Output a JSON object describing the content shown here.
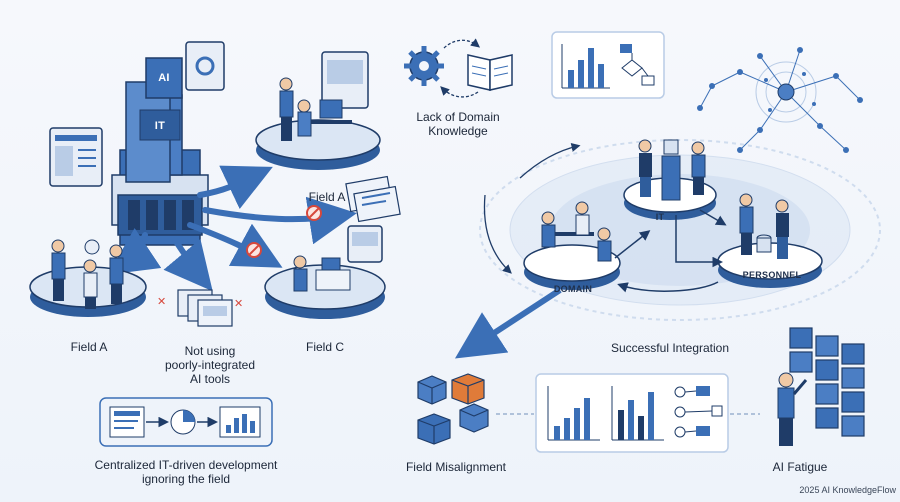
{
  "labels": {
    "field_a_top": "Field A",
    "field_a_left": "Field A",
    "field_c": "Field C",
    "not_using": [
      "Not using",
      "poorly-integrated",
      "AI tools"
    ],
    "centralized": [
      "Centralized IT-driven development",
      "ignoring the field"
    ],
    "lack_domain": [
      "Lack of Domain",
      "Knowledge"
    ],
    "successful_integration": "Successful Integration",
    "field_misalignment": "Field Misalignment",
    "ai_fatigue": "AI Fatigue",
    "platform_it": "IT",
    "platform_domain": "DOMAIN",
    "platform_personnel": "PERSONNEL",
    "tower_ai": "AI",
    "tower_it": "IT"
  },
  "credit": "2025 AI KnowledgeFlow",
  "colors": {
    "primary": "#3b6fb6",
    "dark": "#1f3c68",
    "light": "#dbe6f4",
    "accent_orange": "#e07b39",
    "accent_red": "#d6483c",
    "skin": "#f0c9a5"
  }
}
